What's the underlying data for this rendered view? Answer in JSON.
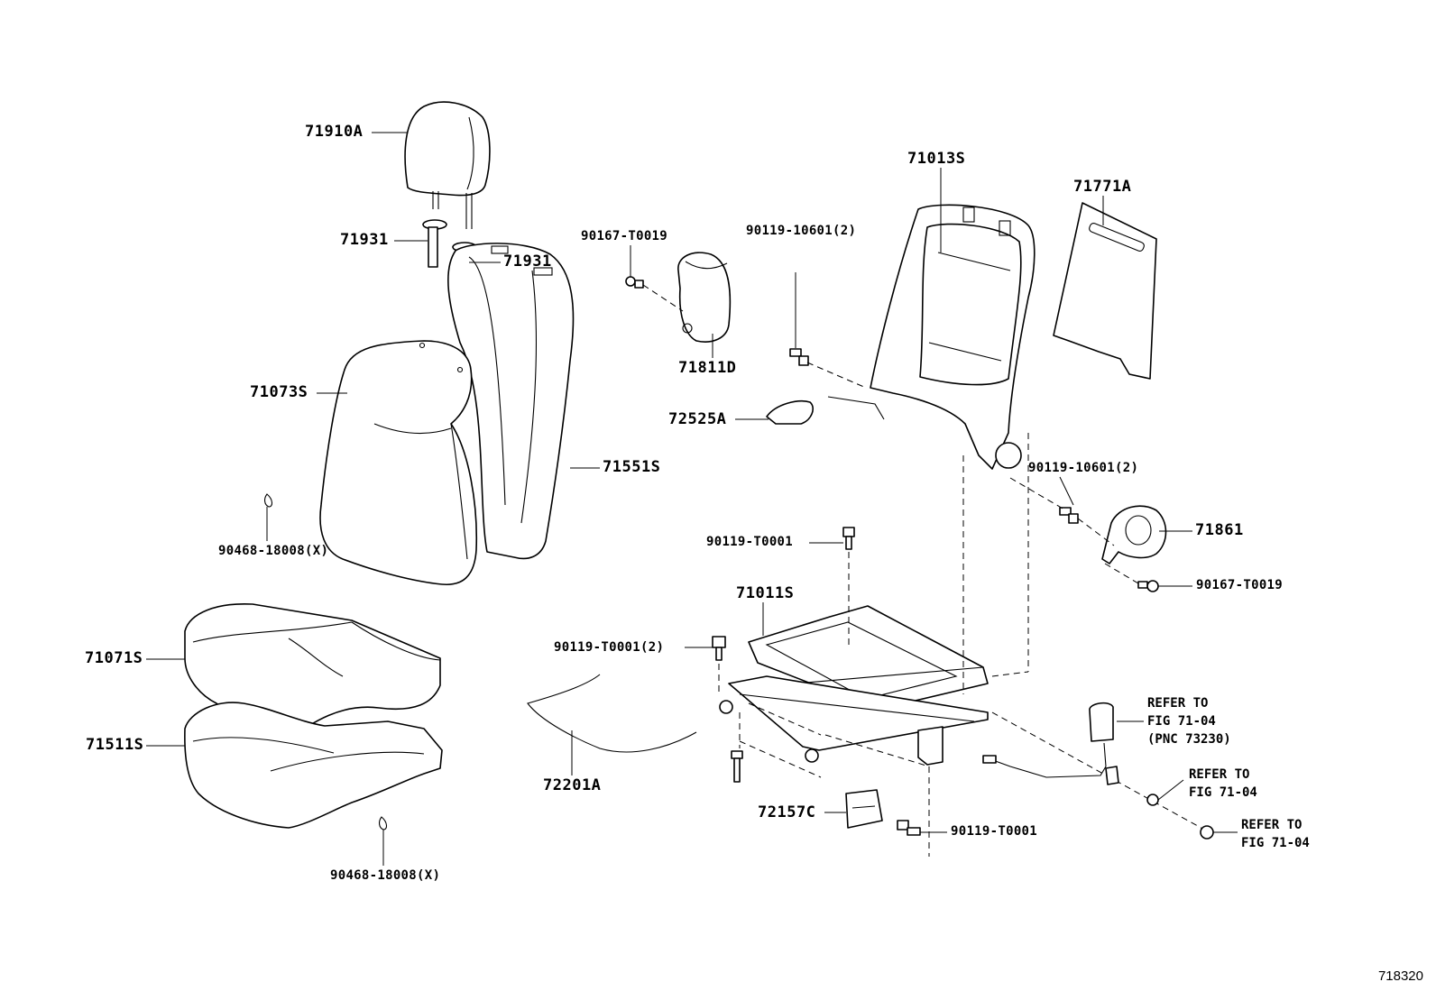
{
  "diagram": {
    "figure_id": "718320",
    "labels": {
      "headrest": "71910A",
      "headrest_guide_left": "71931",
      "headrest_guide_right": "71931",
      "back_cover": "71073S",
      "back_pad": "71551S",
      "clip_back": "90468-18008(X)",
      "cushion_cover": "71071S",
      "cushion_pad": "71511S",
      "clip_cushion": "90468-18008(X)",
      "screw_hinge_cover": "90167-T0019",
      "hinge_cover": "71811D",
      "back_frame": "71013S",
      "back_board": "71771A",
      "bolt_frame_upper": "90119-10601(2)",
      "lever_cover": "72525A",
      "bolt_frame_lower": "90119-10601(2)",
      "recliner_cover": "71861",
      "screw_recliner": "90167-T0019",
      "bolt_track_top": "90119-T0001",
      "cushion_frame": "71011S",
      "bolt_track_left": "90119-T0001(2)",
      "spring_wire": "72201A",
      "track_cover": "72157C",
      "bolt_track_bottom": "90119-T0001"
    },
    "notes": {
      "belt_buckle": [
        "REFER TO",
        "FIG 71-04",
        "(PNC 73230)"
      ],
      "nut_upper": [
        "REFER TO",
        "FIG 71-04"
      ],
      "nut_lower": [
        "REFER TO",
        "FIG 71-04"
      ]
    }
  }
}
